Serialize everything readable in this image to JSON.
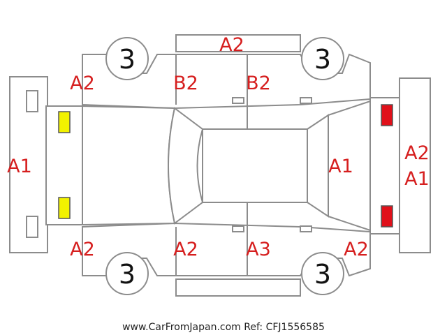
{
  "diagram": {
    "wheels": {
      "front_left": "3",
      "front_right": "3",
      "rear_left": "3",
      "rear_right": "3"
    },
    "codes": {
      "roof_top": "A2",
      "upper_front_fender": "A2",
      "upper_front_door": "B2",
      "upper_rear_door": "B2",
      "front_bumper": "A1",
      "rear_panel": "A1",
      "rear_bumper_line1": "A2",
      "rear_bumper_line2": "A1",
      "lower_front_fender": "A2",
      "lower_front_door": "A2",
      "lower_rear_door": "A3",
      "lower_rear_fender": "A2"
    },
    "markers": {
      "front_lights_color": "#f2f200",
      "rear_lights_color": "#e0101a"
    }
  },
  "footer": {
    "text": "www.CarFromJapan.com Ref: CFJ1556585"
  }
}
